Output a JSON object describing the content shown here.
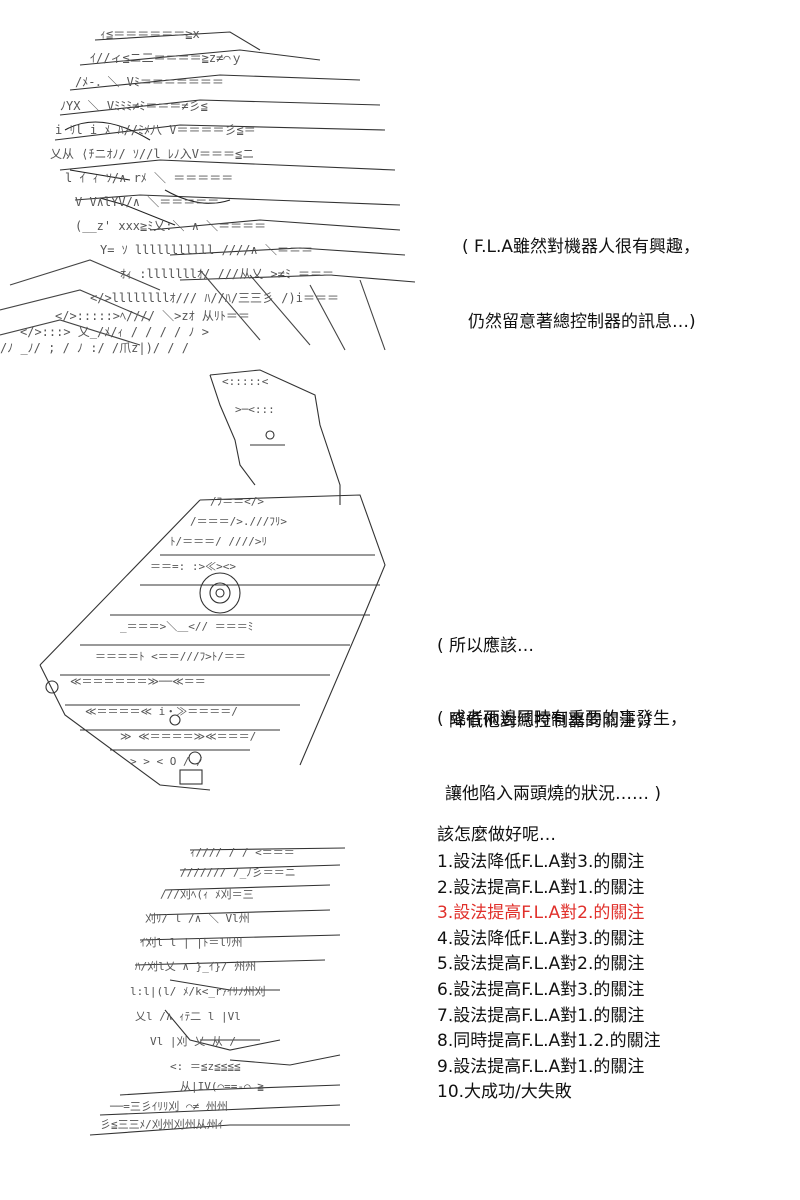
{
  "captions": {
    "first": [
      "( F.L.A雖然對機器人很有興趣，",
      "仍然留意著總控制器的訊息…)"
    ],
    "second": [
      "( 所以應該…",
      "降低他對總控制器的關注，)"
    ],
    "third": [
      "( 或者兩邊同時有重要的事發生，",
      "讓他陷入兩頭燒的狀況…… )"
    ]
  },
  "question": "該怎麼做好呢…",
  "options": [
    "1.設法降低F.L.A對3.的關注",
    "2.設法提高F.L.A對1.的關注",
    "3.設法提高F.L.A對2.的關注",
    "4.設法降低F.L.A對3.的關注",
    "5.設法提高F.L.A對2.的關注",
    "6.設法提高F.L.A對3.的關注",
    "7.設法提高F.L.A對1.的關注",
    "8.同時提高F.L.A對1.2.的關注",
    "9.設法提高F.L.A對1.的關注",
    "10.大成功/大失敗"
  ],
  "highlight_color": "#e0302b"
}
